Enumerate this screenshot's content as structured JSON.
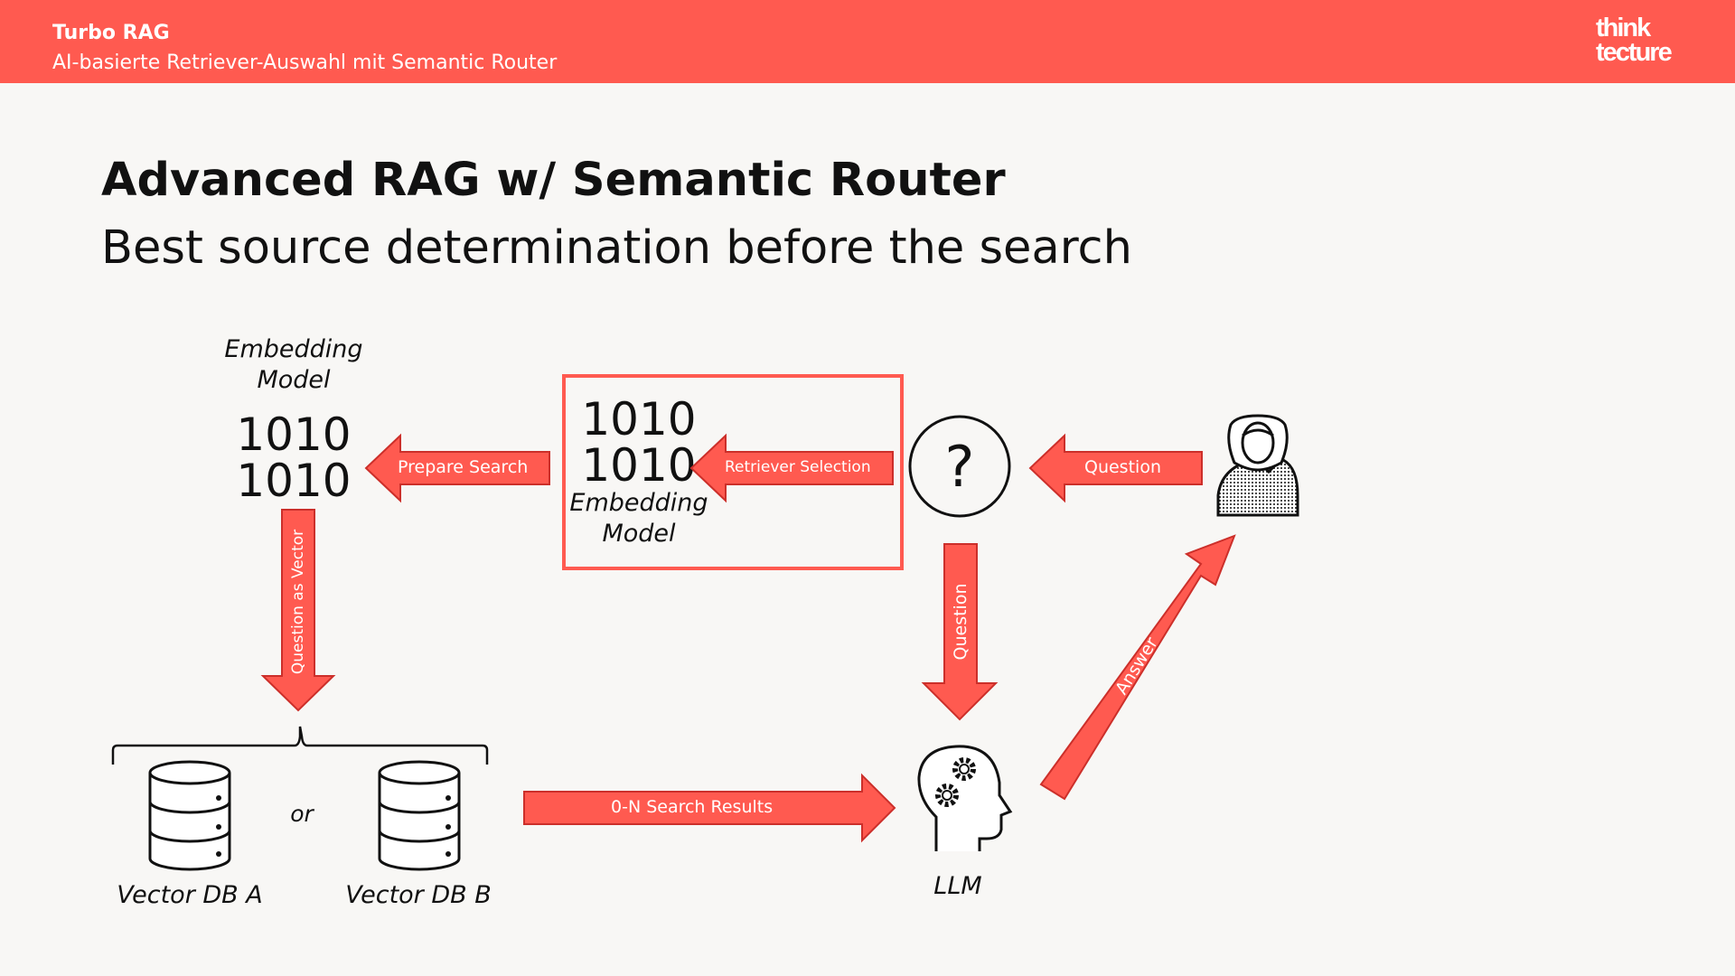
{
  "header": {
    "title": "Turbo RAG",
    "subtitle": "AI-basierte Retriever-Auswahl mit Semantic Router",
    "logo_line1": "think",
    "logo_line2": "tecture"
  },
  "slide": {
    "title": "Advanced RAG w/ Semantic Router",
    "subtitle": "Best source determination before the search"
  },
  "colors": {
    "accent": "#ff5a50",
    "background": "#f8f7f5",
    "text": "#111111"
  },
  "labels": {
    "embedding_model_left": "Embedding Model",
    "embedding_model_center": "Embedding Model",
    "binary_row": "1010",
    "question_mark": "?",
    "vector_db_a": "Vector DB A",
    "vector_db_b": "Vector DB B",
    "or": "or",
    "llm": "LLM"
  },
  "arrows": {
    "prepare_search": "Prepare Search",
    "retriever_selection": "Retriever Selection",
    "question_top": "Question",
    "question_as_vector": "Question as Vector",
    "question_down": "Question",
    "search_results": "0-N Search Results",
    "answer": "Answer"
  },
  "icons": [
    "user-icon",
    "question-icon",
    "database-icon",
    "llm-head-gears-icon",
    "binary-icon",
    "curly-brace-icon"
  ]
}
